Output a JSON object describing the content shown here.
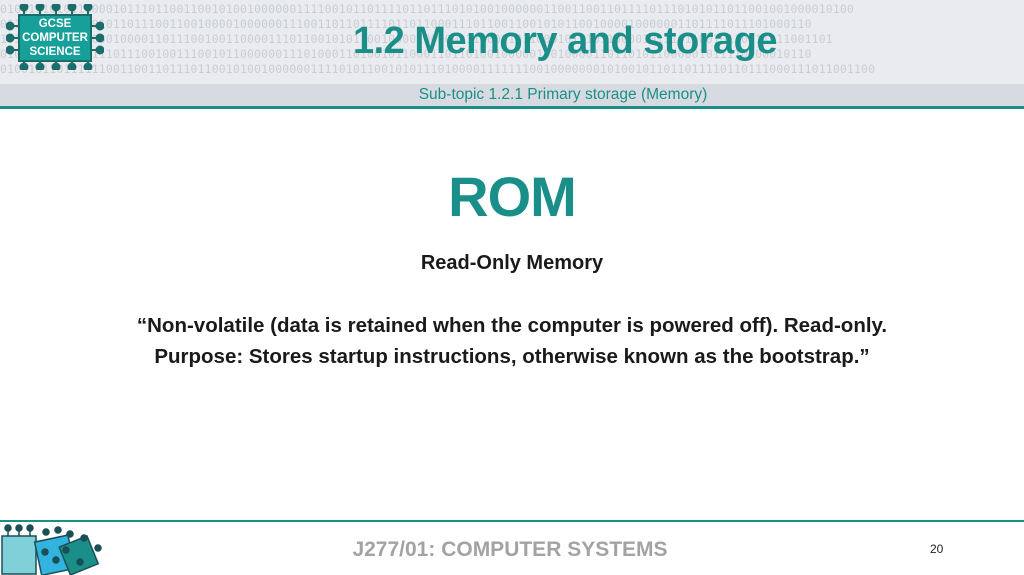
{
  "header": {
    "binary_lines": [
      "0100111010110000101110110011001010010000001111001011011110110111010100100000011001100110111101110101011011001001000010100",
      "0110110100100010110111001100100001000000111001101101111011011000111011001100101011001000010000001101111011101000110",
      "1011001100111000100001101110010011000011101100101011001000010000001100001011000101110110000101110110010110111011001101",
      "0101001011110111011100100111001011000000111010001101001011000110110100100000100100001101101011000001011110100010110",
      "0100101101111110011001101110110010100100000011110101100101011101000011111110010000000101001011011011110110111000111011001100"
    ],
    "logo_lines": [
      "GCSE",
      "COMPUTER",
      "SCIENCE"
    ],
    "title": "1.2 Memory and storage",
    "subtitle": "Sub-topic 1.2.1 Primary storage (Memory)"
  },
  "main": {
    "heading": "ROM",
    "subheading": "Read-Only Memory",
    "quote_line1": "“Non-volatile (data is retained when the computer is powered off). Read-only.",
    "quote_line2": "Purpose: Stores startup instructions, otherwise known as the bootstrap.”"
  },
  "footer": {
    "course": "J277/01: COMPUTER SYSTEMS",
    "page_number": "20"
  },
  "colors": {
    "accent": "#1a8f8a",
    "header_bg": "#e9ebee",
    "footer_text": "#a3a3a3"
  }
}
